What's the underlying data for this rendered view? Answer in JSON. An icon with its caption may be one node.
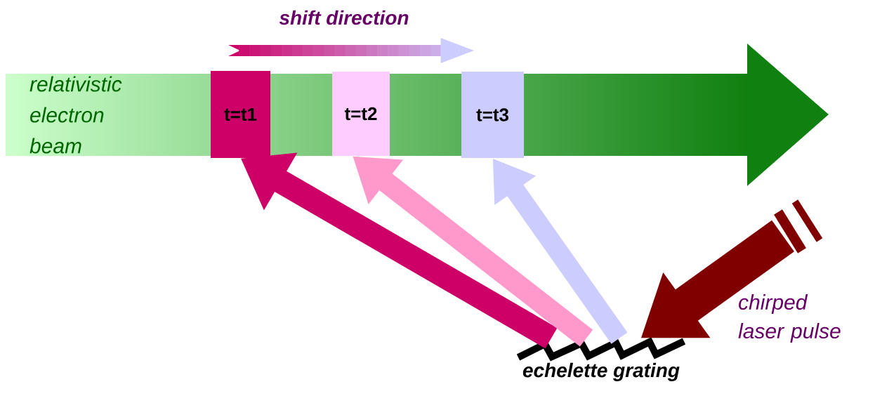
{
  "diagram": {
    "nodes": [
      {
        "text": [
          "relativistic electron beam"
        ]
      },
      {
        "text": [
          "t=t1"
        ],
        "in": 0
      },
      {
        "text": [
          "t=t2"
        ],
        "in": 0
      },
      {
        "text": [
          "t=t3"
        ],
        "in": 0
      },
      {
        "text": [
          "echelette grating"
        ]
      }
    ],
    "edges": [
      {
        "from": 4,
        "to": 1,
        "arrow": "to",
        "color": "#cc0066"
      },
      {
        "from": 4,
        "to": 2,
        "arrow": "to",
        "color": "#ff99cc"
      },
      {
        "from": 4,
        "to": 3,
        "arrow": "to",
        "color": "#ccccff"
      },
      {
        "from": null,
        "to": 4,
        "arrow": "to",
        "style": "thick",
        "color": "#800000"
      }
    ],
    "labels": [
      "shift direction",
      "chirped laser pulse"
    ]
  }
}
